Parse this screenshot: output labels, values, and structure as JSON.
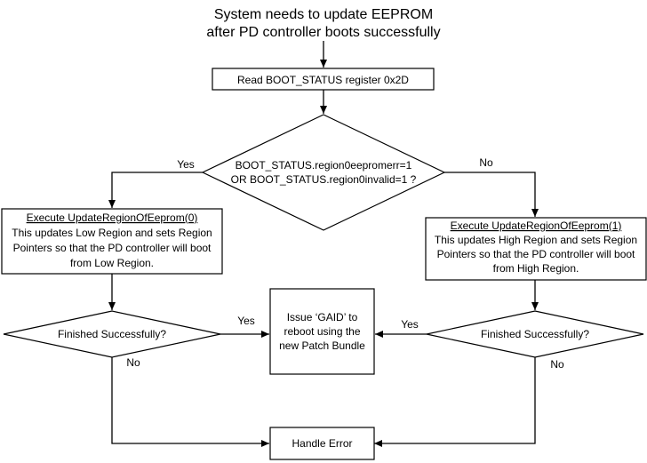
{
  "diagram": {
    "start_text": {
      "line1": "System needs to update EEPROM",
      "line2": "after PD controller boots successfully"
    },
    "read_box": {
      "label": "Read BOOT_STATUS register 0x2D"
    },
    "decision_main": {
      "line1": "BOOT_STATUS.region0eepromerr=1",
      "line2": "OR BOOT_STATUS.region0invalid=1 ?",
      "yes_label": "Yes",
      "no_label": "No"
    },
    "left_box": {
      "title": "Execute UpdateRegionOfEeprom(0)",
      "line1": "This updates Low Region and sets Region",
      "line2": "Pointers so that the PD controller will boot",
      "line3": "from Low Region."
    },
    "right_box": {
      "title": "Execute UpdateRegionOfEeprom(1)",
      "line1": "This updates High Region and sets Region",
      "line2": "Pointers so that the PD controller will boot",
      "line3": "from High Region."
    },
    "left_decision": {
      "label": "Finished Successfully?",
      "yes_label": "Yes",
      "no_label": "No"
    },
    "right_decision": {
      "label": "Finished Successfully?",
      "yes_label": "Yes",
      "no_label": "No"
    },
    "gaid_box": {
      "line1": "Issue ‘GAID’ to",
      "line2": "reboot using the",
      "line3": "new Patch Bundle"
    },
    "error_box": {
      "label": "Handle Error"
    }
  }
}
